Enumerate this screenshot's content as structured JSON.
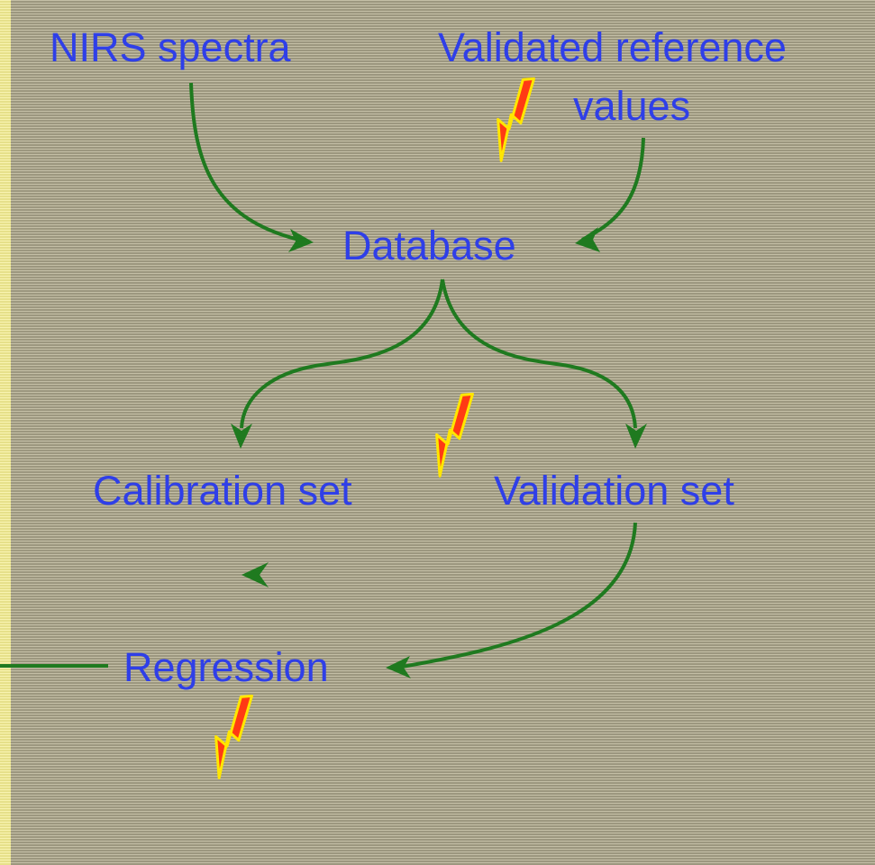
{
  "nodes": {
    "nirs_spectra": "NIRS spectra",
    "validated_reference_line1": "Validated reference",
    "validated_reference_line2": "values",
    "database": "Database",
    "calibration_set": "Calibration set",
    "validation_set": "Validation set",
    "regression": "Regression"
  },
  "colors": {
    "text": "#2f3fe8",
    "arrow": "#1f7a1f",
    "lightning_fill": "#ff3a14",
    "lightning_outline": "#ffe600",
    "background": "#a9a48d",
    "left_strip": "#f1ec9a"
  },
  "icons": [
    "lightning-bolt-icon"
  ]
}
